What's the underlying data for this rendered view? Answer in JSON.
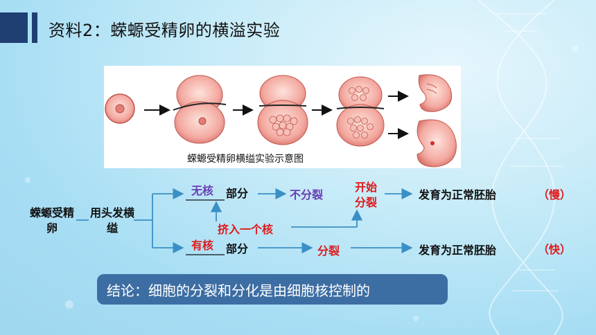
{
  "title": "资料2：蝾螈受精卵的横溢实验",
  "figure": {
    "caption": "蝾螈受精卵横缢实验示意图"
  },
  "diagram": {
    "start_label": "蝾螈受精卵",
    "method_label": "用头发横缢",
    "upper_branch": {
      "part_highlight": "无核",
      "part_suffix": "部分",
      "result": "不分裂",
      "later": "开始分裂",
      "outcome": "发育为正常胚胎",
      "speed": "（慢）"
    },
    "inject_label": "挤入一个核",
    "lower_branch": {
      "part_highlight": "有核",
      "part_suffix": "部分",
      "result": "分裂",
      "outcome": "发育为正常胚胎",
      "speed": "（快）"
    }
  },
  "conclusion": "结论：细胞的分裂和分化是由细胞核控制的",
  "colors": {
    "title_block": "#1f3f73",
    "arrow": "#3a8fc4",
    "purple": "#6a3cb5",
    "red": "#e0191b",
    "conclusion_bg": "#3d6ea3"
  }
}
